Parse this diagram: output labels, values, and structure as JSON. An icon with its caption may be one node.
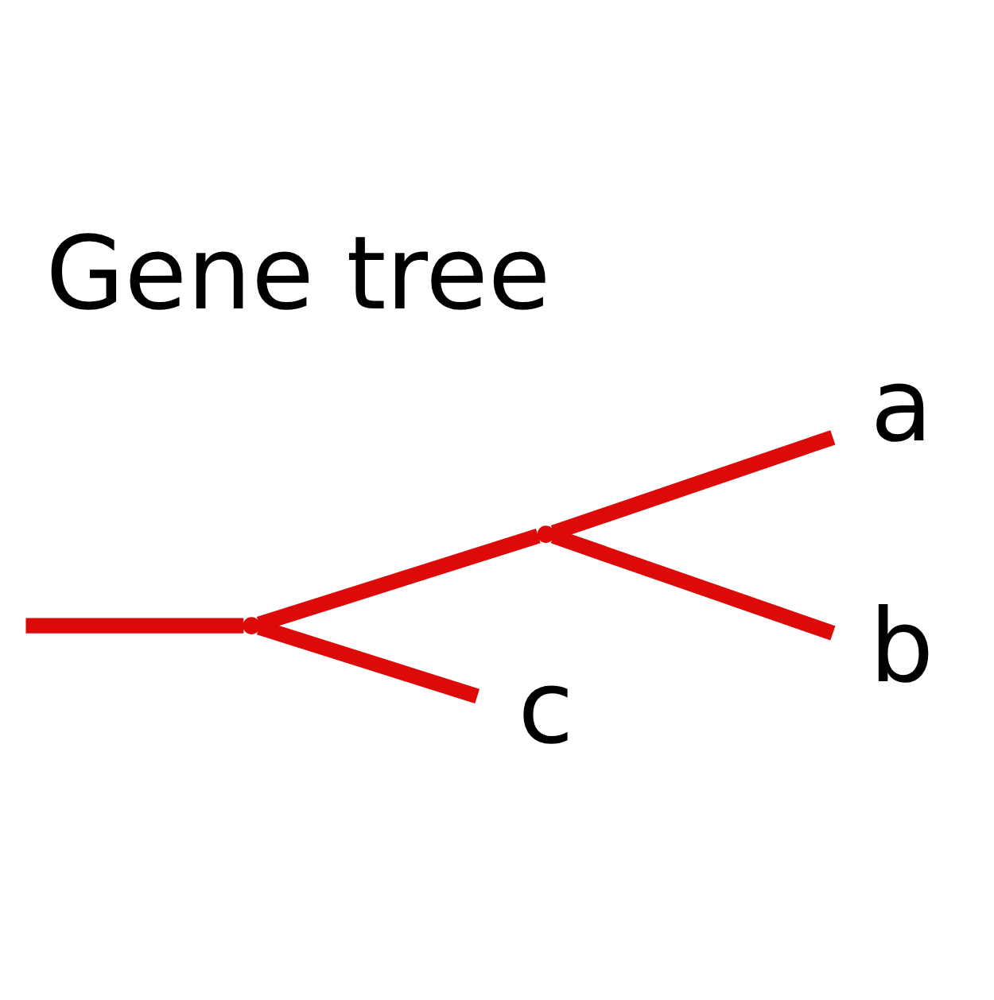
{
  "diagram": {
    "title": "Gene tree",
    "nodes": [
      {
        "text": [
          "a"
        ]
      },
      {
        "text": [],
        "shape": "point"
      },
      {
        "text": [
          "b"
        ]
      },
      {
        "text": [],
        "shape": "point"
      },
      {
        "text": [
          "c"
        ]
      }
    ],
    "edges": [
      {
        "from": null,
        "to": 3,
        "arrow": "none"
      },
      {
        "from": 3,
        "to": 1,
        "arrow": "none"
      },
      {
        "from": 1,
        "to": 0,
        "arrow": "none"
      },
      {
        "from": 1,
        "to": 2,
        "arrow": "none"
      },
      {
        "from": 3,
        "to": 4,
        "arrow": "none"
      }
    ]
  }
}
